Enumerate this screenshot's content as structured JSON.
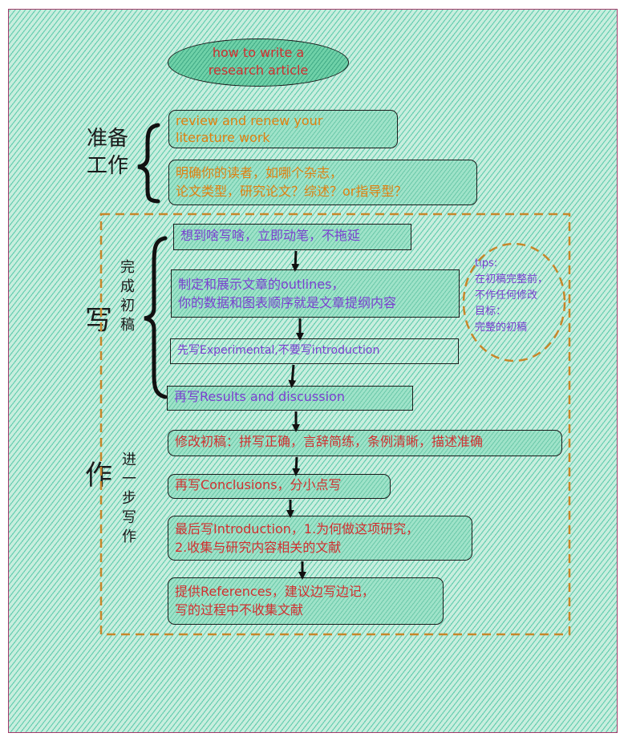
{
  "title": {
    "line1": "how to write a",
    "line2": "research article"
  },
  "groups": {
    "prepare": {
      "line1": "准备",
      "line2": "工作"
    },
    "write": "写",
    "work": "作",
    "draft": [
      "完",
      "成",
      "初",
      "稿"
    ],
    "further": [
      "进",
      "一",
      "步",
      "写",
      "作"
    ]
  },
  "prepare_steps": [
    {
      "line1": "review and renew your",
      "line2": "literature work"
    },
    {
      "line1": "明确你的读者，如哪个杂志，",
      "line2": "论文类型，研究论文？综述？or指导型？"
    }
  ],
  "draft_steps": [
    {
      "line1": "想到啥写啥，立即动笔，不拖延"
    },
    {
      "line1": "制定和展示文章的outlines，",
      "line2": "你的数据和图表顺序就是文章提纲内容"
    },
    {
      "line1": "先写Experimental,不要写introduction"
    },
    {
      "line1": "再写Results and discussion"
    }
  ],
  "further_steps": [
    {
      "line1": "修改初稿：拼写正确，言辞简练，条例清晰，描述准确"
    },
    {
      "line1": "再写Conclusions，分小点写"
    },
    {
      "line1": "最后写Introduction，1.为何做这项研究，",
      "line2": "2.收集与研究内容相关的文献"
    },
    {
      "line1": "提供References，建议边写边记，",
      "line2": "写的过程中不收集文献"
    }
  ],
  "tips": [
    "tips:",
    "在初稿完整前，",
    "不作任何修改",
    "目标：",
    "完整的初稿"
  ],
  "colors": {
    "background": "#c8eede",
    "box_fill": "#9fe3c9",
    "pill_fill": "#6fd1a8",
    "orange_text": "#e08010",
    "purple_text": "#7a3fd0",
    "red_text": "#d03030",
    "dashed_border": "#c8862a",
    "frame_border": "#a33a6a"
  }
}
